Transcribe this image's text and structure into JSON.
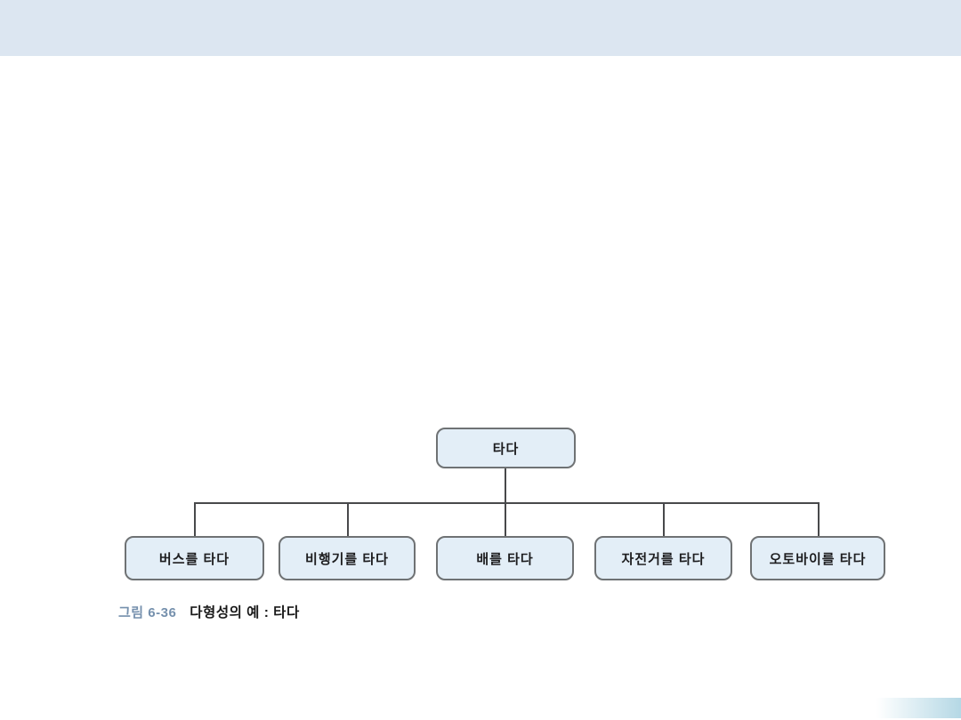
{
  "page": {
    "background_color": "#ffffff",
    "top_band_color": "#dce6f1",
    "bottom_accent_color": "#b5d8e5"
  },
  "diagram": {
    "type": "tree",
    "node_fill_color": "#e3eef7",
    "node_border_color": "#6f7274",
    "connector_color": "#48494b",
    "root": {
      "label": "타다"
    },
    "children": [
      {
        "label": "버스를 타다"
      },
      {
        "label": "비행기를 타다"
      },
      {
        "label": "배를 타다"
      },
      {
        "label": "자전거를 타다"
      },
      {
        "label": "오토바이를 타다"
      }
    ]
  },
  "caption": {
    "figure_label": "그림 6-36",
    "figure_title": "다형성의 예 : 타다",
    "figure_label_color": "#7590ad"
  }
}
